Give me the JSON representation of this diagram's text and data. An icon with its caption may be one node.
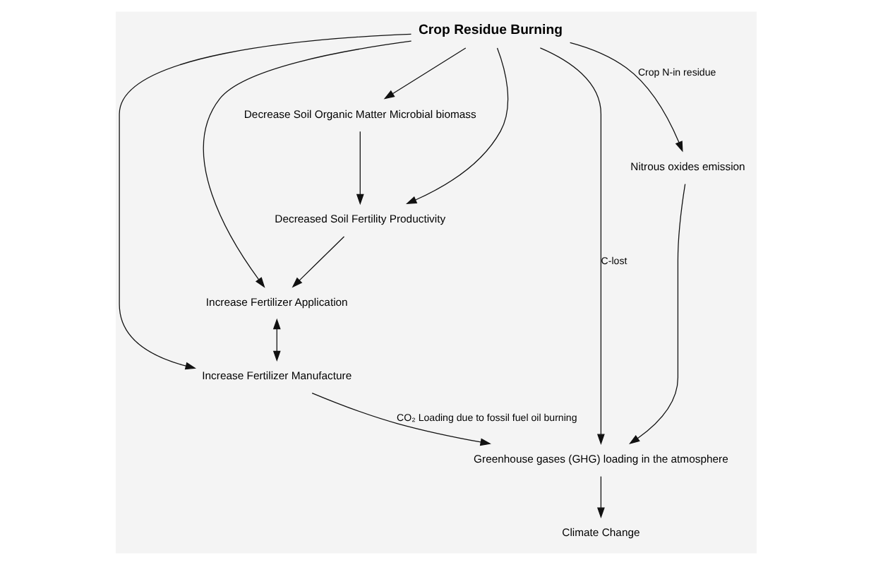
{
  "diagram": {
    "nodes": [
      {
        "text": [
          "Crop Residue Burning"
        ]
      },
      {
        "text": [
          "Increase Fertilizer Manufacture"
        ]
      },
      {
        "text": [
          "Climate Change"
        ]
      },
      {
        "text": [
          "Increase Fertilizer Application"
        ]
      },
      {
        "text": [
          "Decreased Soil Fertility Productivity"
        ]
      },
      {
        "text": [
          "Greenhouse gases (GHG) loading in the atmosphere"
        ]
      },
      {
        "text": [
          "Decrease Soil Organic Matter Microbial biomass"
        ]
      },
      {
        "text": [
          "Nitrous oxides emission"
        ]
      }
    ],
    "edges": [
      {
        "from": 3,
        "to": 1,
        "arrow": "both"
      },
      {
        "from": 0,
        "to": 1,
        "arrow": "to"
      },
      {
        "from": 0,
        "to": 3,
        "arrow": "to"
      },
      {
        "from": 1,
        "to": 5,
        "arrow": "to",
        "label": "CO₂ Loading due to fossil fuel oil burning"
      },
      {
        "from": 5,
        "to": 2,
        "arrow": "to"
      },
      {
        "from": 0,
        "to": 4,
        "arrow": "to"
      },
      {
        "from": 0,
        "to": 5,
        "arrow": "to",
        "label": "C-lost"
      },
      {
        "from": 0,
        "to": 6,
        "arrow": "to"
      },
      {
        "from": 0,
        "to": 7,
        "arrow": "to",
        "label": "Crop N-in residue"
      },
      {
        "from": 6,
        "to": 4,
        "arrow": "to"
      },
      {
        "from": 4,
        "to": 3,
        "arrow": "to"
      },
      {
        "from": 7,
        "to": 5,
        "arrow": "to"
      }
    ]
  }
}
